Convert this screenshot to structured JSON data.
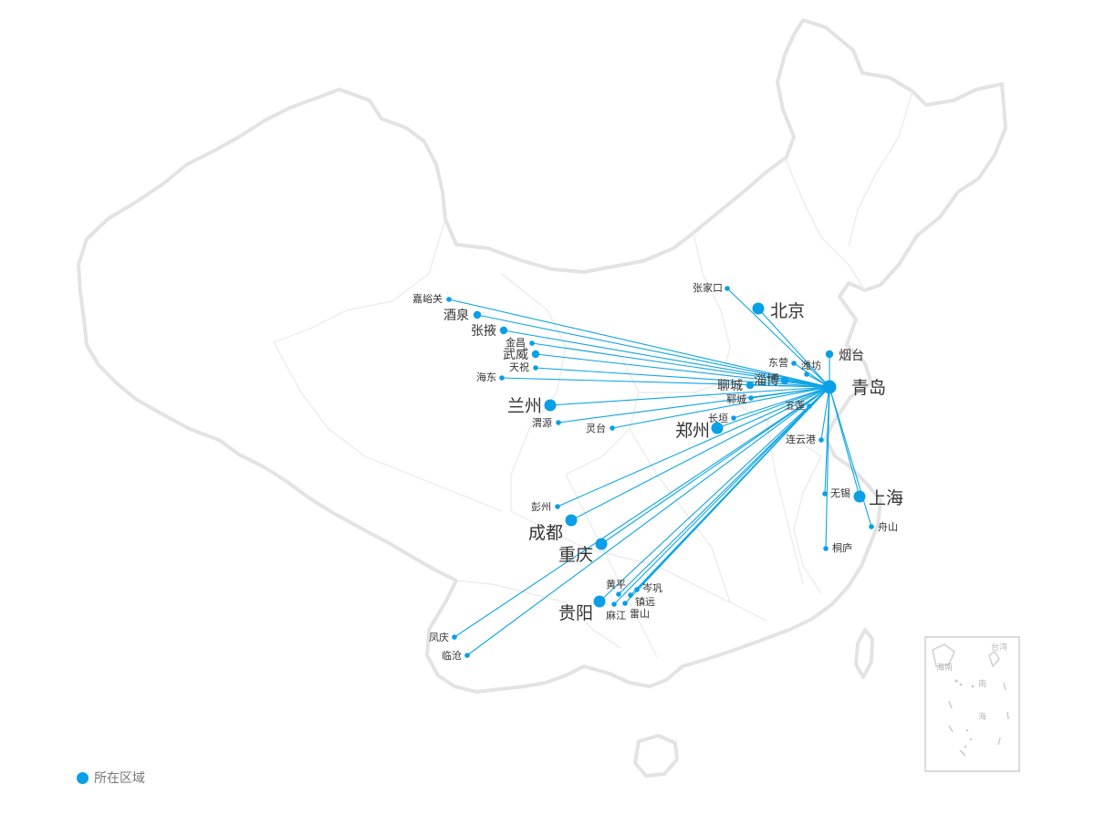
{
  "hub": {
    "name": "青岛",
    "size": "l"
  },
  "cities": [
    {
      "name": "北京",
      "size": "l"
    },
    {
      "name": "张家口",
      "size": "s"
    },
    {
      "name": "烟台",
      "size": "m"
    },
    {
      "name": "潍坊",
      "size": "s"
    },
    {
      "name": "东营",
      "size": "s"
    },
    {
      "name": "淄博",
      "size": "m"
    },
    {
      "name": "聊城",
      "size": "m"
    },
    {
      "name": "郓城",
      "size": "s"
    },
    {
      "name": "五莲",
      "size": "s"
    },
    {
      "name": "长垣",
      "size": "s"
    },
    {
      "name": "郑州",
      "size": "l"
    },
    {
      "name": "连云港",
      "size": "s"
    },
    {
      "name": "上海",
      "size": "l"
    },
    {
      "name": "无锡",
      "size": "s"
    },
    {
      "name": "舟山",
      "size": "s"
    },
    {
      "name": "桐庐",
      "size": "s"
    },
    {
      "name": "嘉峪关",
      "size": "s"
    },
    {
      "name": "酒泉",
      "size": "m"
    },
    {
      "name": "张掖",
      "size": "m"
    },
    {
      "name": "金昌",
      "size": "s"
    },
    {
      "name": "武威",
      "size": "m"
    },
    {
      "name": "天祝",
      "size": "s"
    },
    {
      "name": "海东",
      "size": "s"
    },
    {
      "name": "兰州",
      "size": "l"
    },
    {
      "name": "渭源",
      "size": "s"
    },
    {
      "name": "灵台",
      "size": "s"
    },
    {
      "name": "彭州",
      "size": "s"
    },
    {
      "name": "成都",
      "size": "l"
    },
    {
      "name": "重庆",
      "size": "l"
    },
    {
      "name": "黄平",
      "size": "s"
    },
    {
      "name": "岑巩",
      "size": "s"
    },
    {
      "name": "镇远",
      "size": "s"
    },
    {
      "name": "麻江",
      "size": "s"
    },
    {
      "name": "雷山",
      "size": "s"
    },
    {
      "name": "贵阳",
      "size": "l"
    },
    {
      "name": "凤庆",
      "size": "s"
    },
    {
      "name": "临沧",
      "size": "s"
    }
  ],
  "inset": {
    "labels": [
      "台湾",
      "海南",
      "南",
      "海"
    ]
  },
  "legend": {
    "label": "所在区域"
  }
}
